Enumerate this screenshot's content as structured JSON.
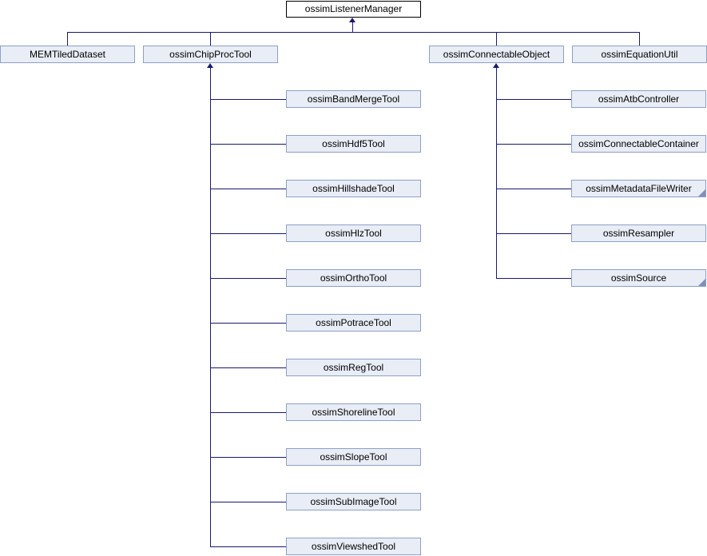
{
  "diagram": {
    "type": "class-inheritance-diagram",
    "root": {
      "label": "ossimListenerManager",
      "truncated": false
    },
    "level2": [
      {
        "label": "MEMTiledDataset",
        "truncated": false,
        "children": []
      },
      {
        "label": "ossimChipProcTool",
        "truncated": false,
        "children": [
          {
            "label": "ossimBandMergeTool",
            "truncated": false
          },
          {
            "label": "ossimHdf5Tool",
            "truncated": false
          },
          {
            "label": "ossimHillshadeTool",
            "truncated": false
          },
          {
            "label": "ossimHlzTool",
            "truncated": false
          },
          {
            "label": "ossimOrthoTool",
            "truncated": false
          },
          {
            "label": "ossimPotraceTool",
            "truncated": false
          },
          {
            "label": "ossimRegTool",
            "truncated": false
          },
          {
            "label": "ossimShorelineTool",
            "truncated": false
          },
          {
            "label": "ossimSlopeTool",
            "truncated": false
          },
          {
            "label": "ossimSubImageTool",
            "truncated": false
          },
          {
            "label": "ossimViewshedTool",
            "truncated": false
          }
        ]
      },
      {
        "label": "ossimConnectableObject",
        "truncated": false,
        "children": [
          {
            "label": "ossimAtbController",
            "truncated": false
          },
          {
            "label": "ossimConnectableContainer",
            "truncated": false
          },
          {
            "label": "ossimMetadataFileWriter",
            "truncated": true
          },
          {
            "label": "ossimResampler",
            "truncated": false
          },
          {
            "label": "ossimSource",
            "truncated": true
          }
        ]
      },
      {
        "label": "ossimEquationUtil",
        "truncated": false,
        "children": []
      }
    ]
  },
  "colors": {
    "background": "#ffffff",
    "line": "#191970",
    "node_fill": "#E8EDF6",
    "node_border": "#8FA0C5",
    "root_fill": "#ffffff",
    "root_border": "#000000",
    "text": "#000000",
    "fold_marker": "#7E90BE"
  }
}
